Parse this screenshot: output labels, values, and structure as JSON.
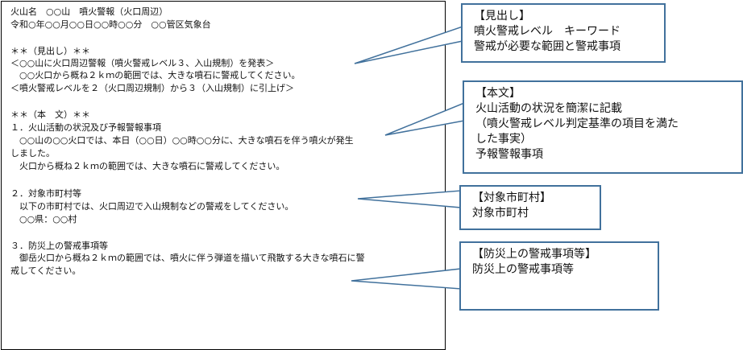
{
  "document": {
    "lines": [
      "火山名　○○山　噴火警報（火口周辺）",
      "令和○年○○月○○日○○時○○分　○○管区気象台",
      "",
      "＊＊（見出し）＊＊",
      "＜○○山に火口周辺警報（噴火警戒レベル３、入山規制）を発表＞",
      "　○○火口から概ね２ｋｍの範囲では、大きな噴石に警戒してください。",
      "＜噴火警戒レベルを２（火口周辺規制）から３（入山規制）に引上げ＞",
      "",
      "＊＊（本　文）＊＊",
      "１．火山活動の状況及び予報警報事項",
      "　○○山の○○火口では、本日（○○日）○○時○○分に、大きな噴石を伴う噴火が発生",
      "しました。",
      "　火口から概ね２ｋｍの範囲では、大きな噴石に警戒してください。",
      "",
      "２．対象市町村等",
      "　以下の市町村では、火口周辺で入山規制などの警戒をしてください。",
      "　○○県：○○村",
      "",
      "３．防災上の警戒事項等",
      "　御岳火口から概ね２ｋｍの範囲では、噴火に伴う弾道を描いて飛散する大きな噴石に警",
      "戒してください。"
    ]
  },
  "callouts": [
    {
      "lines": [
        "【見出し】",
        "噴火警戒レベル　キーワード",
        "警戒が必要な範囲と警戒事項"
      ]
    },
    {
      "lines": [
        "【本文】",
        "火山活動の状況を簡潔に記載",
        "（噴火警戒レベル判定基準の項目を満た",
        "した事実）",
        "予報警報事項"
      ]
    },
    {
      "lines": [
        "【対象市町村】",
        "対象市町村"
      ]
    },
    {
      "lines": [
        "",
        "【防災上の警戒事項等】",
        "防災上の警戒事項等"
      ]
    }
  ],
  "colors": {
    "callout_border": "#41719c",
    "document_border": "#000000"
  }
}
